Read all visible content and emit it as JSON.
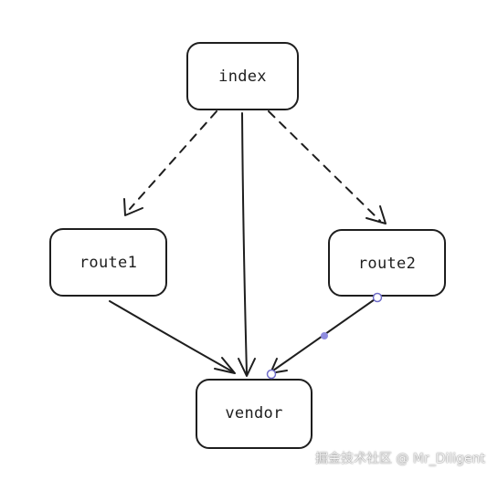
{
  "nodes": {
    "index": "index",
    "route1": "route1",
    "route2": "route2",
    "vendor": "vendor"
  },
  "watermark": "掘金技术社区 @ Mr_Diligent",
  "colors": {
    "stroke": "#1e1e1e",
    "background": "#ffffff",
    "selection_handle": "#8f8de0"
  }
}
